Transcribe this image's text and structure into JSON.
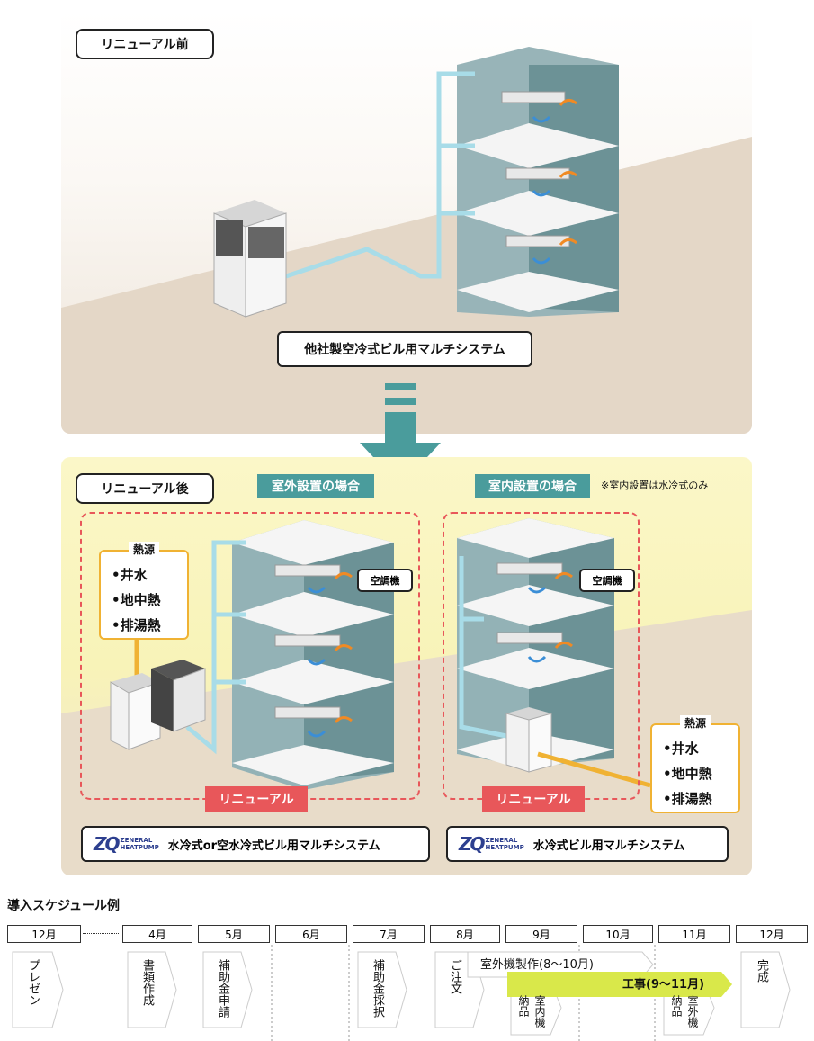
{
  "before": {
    "badge": "リニューアル前",
    "system_label": "他社製空冷式ビル用マルチシステム"
  },
  "after": {
    "badge": "リニューアル後",
    "outdoor_case": "室外設置の場合",
    "indoor_case": "室内設置の場合",
    "indoor_note": "※室内設置は水冷式のみ",
    "renewal_tag": "リニューアル",
    "aircon_label": "空調機",
    "heat_source_title": "熱源",
    "heat_sources": [
      "•井水",
      "•地中熱",
      "•排湯熱"
    ],
    "logo_mark": "ZQ",
    "logo_text_1": "ZENERAL",
    "logo_text_2": "HEATPUMP",
    "system_outdoor": "水冷式or空水冷式ビル用マルチシステム",
    "system_indoor": "水冷式ビル用マルチシステム"
  },
  "schedule": {
    "title": "導入スケジュール例",
    "months": [
      "12月",
      "4月",
      "5月",
      "6月",
      "7月",
      "8月",
      "9月",
      "10月",
      "11月",
      "12月"
    ],
    "steps": {
      "presen": "プレゼン",
      "docs": "書類作成",
      "subsidy_apply": "補助金申請",
      "subsidy_adopt": "補助金採択",
      "order": "ご注文",
      "outdoor_mfg": "室外機製作(8〜10月)",
      "construction": "工事(9〜11月)",
      "indoor_delivery_a": "納品",
      "indoor_delivery_b": "室内機",
      "outdoor_delivery_a": "納品",
      "outdoor_delivery_b": "室外機",
      "complete": "完成"
    }
  },
  "colors": {
    "teal": "#4a9c9c",
    "red": "#e8575a",
    "orange": "#f0b233",
    "yellow_bar": "#d9e84a",
    "pipe": "#a8dce8"
  }
}
